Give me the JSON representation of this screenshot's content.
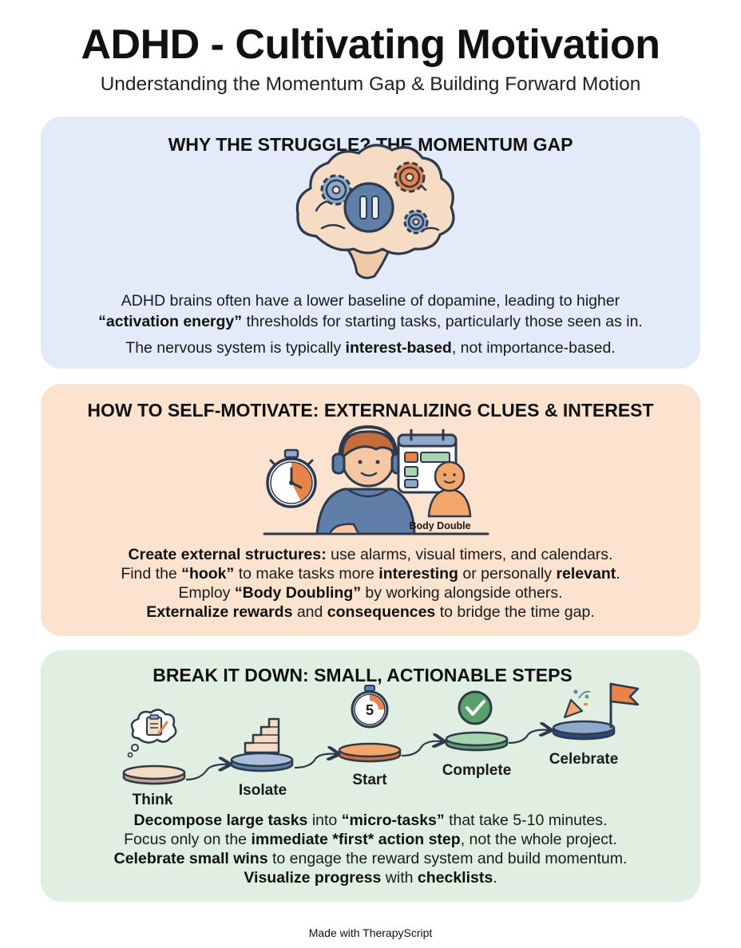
{
  "header": {
    "title": "ADHD - Cultivating Motivation",
    "subtitle": "Understanding the Momentum Gap & Building Forward Motion"
  },
  "sections": [
    {
      "title": "WHY THE STRUGGLE? THE MOMENTUM GAP",
      "icon": "brain-gears-pause-icon",
      "line1_part1": "ADHD brains often have a lower baseline of dopamine, leading to higher",
      "line2_bold": "“activation energy”",
      "line2_part2": " thresholds for starting tasks, particularly those seen as in.",
      "line3_part1": "The nervous system is typically ",
      "line3_bold": "interest-based",
      "line3_part2": ", not importance-based."
    },
    {
      "title": "HOW TO SELF-MOTIVATE: EXTERNALIZING CLUES & INTEREST",
      "body_double_label": "Body Double",
      "l1_bold": "Create external structures:",
      "l1_rest": " use alarms, visual timers, and calendars.",
      "l2_a": "Find the ",
      "l2_b": "“hook”",
      "l2_c": " to make tasks more ",
      "l2_d": "interesting",
      "l2_e": " or personally ",
      "l2_f": "relevant",
      "l2_g": ".",
      "l3_a": "Employ ",
      "l3_b": "“Body Doubling”",
      "l3_c": " by working alongside others.",
      "l4_a": "Externalize rewards",
      "l4_b": " and ",
      "l4_c": "consequences",
      "l4_d": " to bridge the time gap."
    },
    {
      "title": "BREAK IT DOWN: SMALL, ACTIONABLE STEPS",
      "steps": [
        "Think",
        "Isolate",
        "Start",
        "Complete",
        "Celebrate"
      ],
      "timer_number": "5",
      "l1_a": "Decompose large tasks",
      "l1_b": " into ",
      "l1_c": "“micro-tasks”",
      "l1_d": " that take 5-10 minutes.",
      "l2_a": "Focus only on the ",
      "l2_b": "immediate *first* action step",
      "l2_c": ", not the whole project.",
      "l3_a": "Celebrate small wins",
      "l3_b": " to engage the reward system and build momentum.",
      "l4_a": "Visualize progress",
      "l4_b": " with ",
      "l4_c": "checklists",
      "l4_d": "."
    }
  ],
  "footer": {
    "text": "Made with TherapyScript"
  },
  "colors": {
    "panel_blue": "#e2ebf7",
    "panel_orange": "#fbe3cf",
    "panel_green": "#e0efe2",
    "accent_orange": "#e8834a",
    "accent_blue": "#5f7fa8",
    "accent_green": "#5aa06a"
  }
}
